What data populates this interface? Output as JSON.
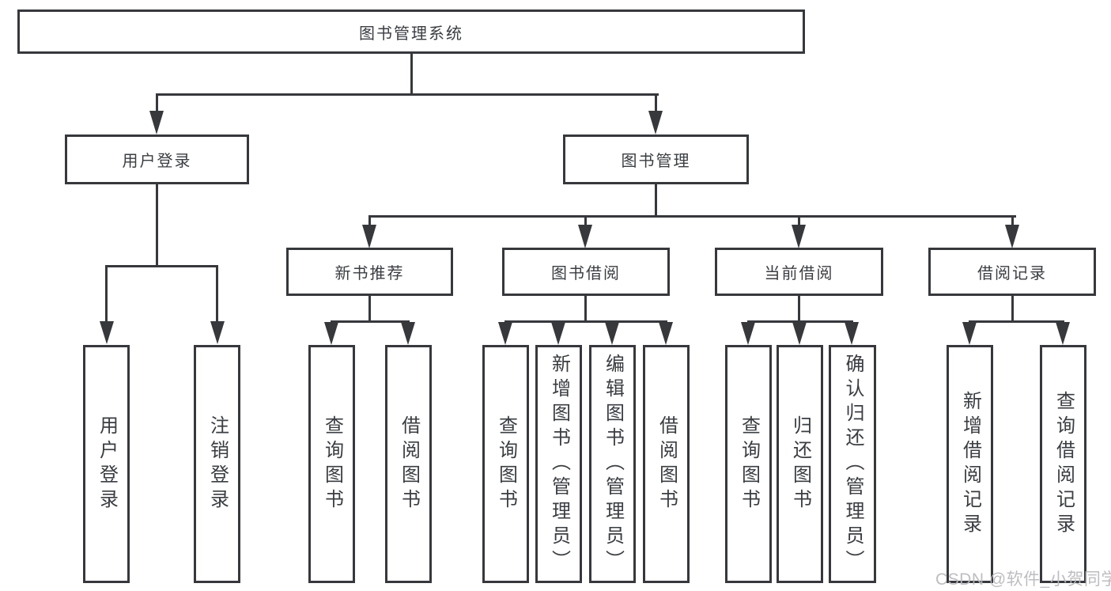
{
  "tree": {
    "label": "图书管理系统",
    "children": [
      {
        "label": "用户登录",
        "children": [
          {
            "label": "用户登录"
          },
          {
            "label": "注销登录"
          }
        ]
      },
      {
        "label": "图书管理",
        "children": [
          {
            "label": "新书推荐",
            "children": [
              {
                "label": "查询图书"
              },
              {
                "label": "借阅图书"
              }
            ]
          },
          {
            "label": "图书借阅",
            "children": [
              {
                "label": "查询图书"
              },
              {
                "label": "新增图书（管理员）"
              },
              {
                "label": "编辑图书（管理员）"
              },
              {
                "label": "借阅图书"
              }
            ]
          },
          {
            "label": "当前借阅",
            "children": [
              {
                "label": "查询图书"
              },
              {
                "label": "归还图书"
              },
              {
                "label": "确认归还（管理员）"
              }
            ]
          },
          {
            "label": "借阅记录",
            "children": [
              {
                "label": "新增借阅记录"
              },
              {
                "label": "查询借阅记录"
              }
            ]
          }
        ]
      }
    ]
  },
  "watermark": "CSDN @软件_小贺同学",
  "colors": {
    "line": "#36383c",
    "box_background": "#ffffff",
    "text": "#3a3d41",
    "watermark": "#b8b8bd"
  }
}
